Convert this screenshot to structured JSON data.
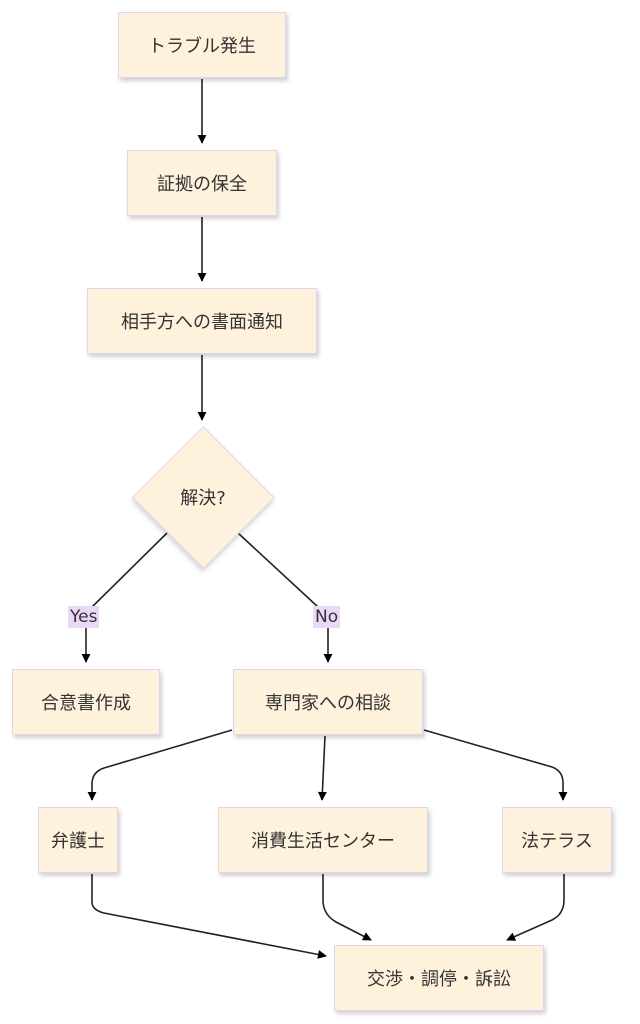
{
  "diagram": {
    "type": "flowchart",
    "direction": "top-down",
    "colors": {
      "node_fill": "#fff2dc",
      "node_border": "#e3d3ee",
      "edge_label_fill": "#ead9f6",
      "edge_stroke": "#000000",
      "text": "#333333"
    },
    "nodes": {
      "trouble": {
        "label": "トラブル発生",
        "shape": "rect"
      },
      "evidence": {
        "label": "証拠の保全",
        "shape": "rect"
      },
      "notice": {
        "label": "相手方への書面通知",
        "shape": "rect"
      },
      "resolved": {
        "label": "解決?",
        "shape": "diamond"
      },
      "agreement": {
        "label": "合意書作成",
        "shape": "rect"
      },
      "consult": {
        "label": "専門家への相談",
        "shape": "rect"
      },
      "lawyer": {
        "label": "弁護士",
        "shape": "rect"
      },
      "consumer_center": {
        "label": "消費生活センター",
        "shape": "rect"
      },
      "houterasu": {
        "label": "法テラス",
        "shape": "rect"
      },
      "litigation": {
        "label": "交渉・調停・訴訟",
        "shape": "rect"
      }
    },
    "edges": [
      {
        "from": "trouble",
        "to": "evidence",
        "label": ""
      },
      {
        "from": "evidence",
        "to": "notice",
        "label": ""
      },
      {
        "from": "notice",
        "to": "resolved",
        "label": ""
      },
      {
        "from": "resolved",
        "to": "agreement",
        "label": "Yes"
      },
      {
        "from": "resolved",
        "to": "consult",
        "label": "No"
      },
      {
        "from": "consult",
        "to": "lawyer",
        "label": ""
      },
      {
        "from": "consult",
        "to": "consumer_center",
        "label": ""
      },
      {
        "from": "consult",
        "to": "houterasu",
        "label": ""
      },
      {
        "from": "lawyer",
        "to": "litigation",
        "label": ""
      },
      {
        "from": "consumer_center",
        "to": "litigation",
        "label": ""
      },
      {
        "from": "houterasu",
        "to": "litigation",
        "label": ""
      }
    ],
    "edge_labels": {
      "yes": "Yes",
      "no": "No"
    }
  }
}
